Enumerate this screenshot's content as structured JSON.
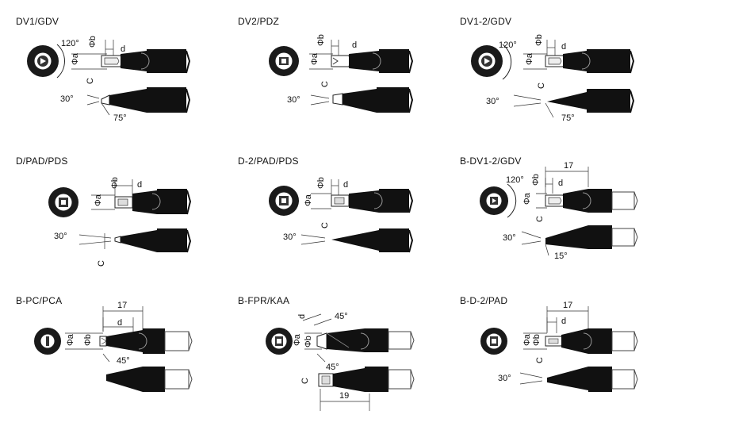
{
  "tips": [
    {
      "title": "DV1/GDV",
      "labels": {
        "angle1": "120°",
        "phia": "Φa",
        "phib": "Φb",
        "d": "d",
        "c": "C",
        "angle2": "30°",
        "angle3": "75°"
      }
    },
    {
      "title": "DV2/PDZ",
      "labels": {
        "phia": "Φa",
        "phib": "Φb",
        "d": "d",
        "c": "C",
        "angle2": "30°"
      }
    },
    {
      "title": "DV1-2/GDV",
      "labels": {
        "angle1": "120°",
        "phia": "Φa",
        "phib": "Φb",
        "d": "d",
        "c": "C",
        "angle2": "30°",
        "angle3": "75°"
      }
    },
    {
      "title": "D/PAD/PDS",
      "labels": {
        "phia": "Φa",
        "phib": "Φb",
        "d": "d",
        "c": "C",
        "angle2": "30°"
      }
    },
    {
      "title": "D-2/PAD/PDS",
      "labels": {
        "phia": "Φa",
        "phib": "Φb",
        "d": "d",
        "c": "C",
        "angle2": "30°"
      }
    },
    {
      "title": "B-DV1-2/GDV",
      "labels": {
        "angle1": "120°",
        "dim17": "17",
        "phia": "Φa",
        "phib": "Φb",
        "d": "d",
        "c": "C",
        "angle2": "30°",
        "angle3": "15°"
      }
    },
    {
      "title": "B-PC/PCA",
      "labels": {
        "dim17": "17",
        "phia": "Φa",
        "phib": "Φb",
        "d": "d",
        "angle45": "45°"
      }
    },
    {
      "title": "B-FPR/KAA",
      "labels": {
        "d": "d",
        "angle45a": "45°",
        "phia": "Φa",
        "phib": "Φb",
        "angle45b": "45°",
        "c": "C",
        "dim19": "19"
      }
    },
    {
      "title": "B-D-2/PAD",
      "labels": {
        "dim17": "17",
        "phia": "Φa",
        "phib": "Φb",
        "d": "d",
        "c": "C",
        "angle2": "30°"
      }
    }
  ]
}
